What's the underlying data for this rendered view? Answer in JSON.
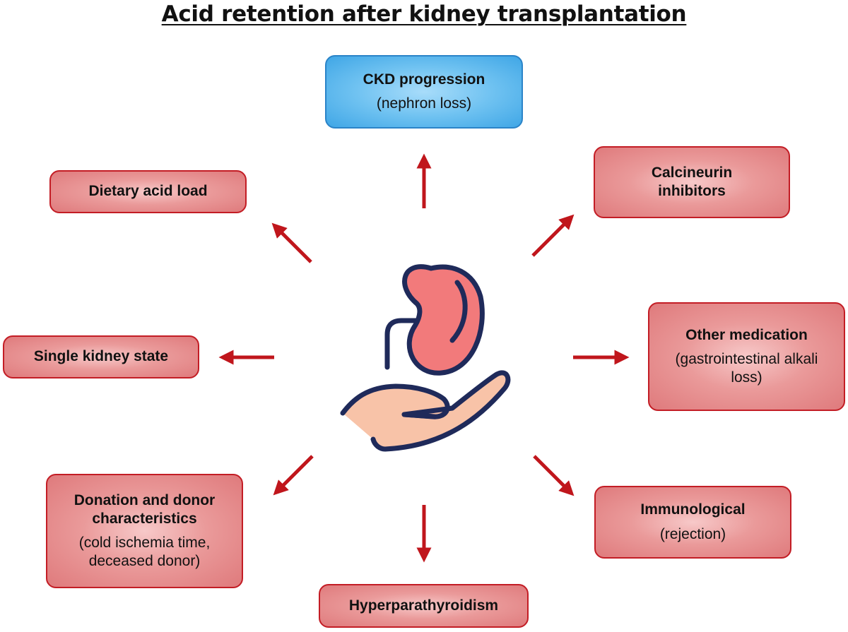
{
  "title": "Acid retention after kidney transplantation",
  "nodes": {
    "ckd": {
      "label": "CKD progression",
      "sub": "(nephron loss)"
    },
    "calcineurin": {
      "label": "Calcineurin inhibitors"
    },
    "other_medication": {
      "label": "Other medication",
      "sub": "(gastrointestinal alkali loss)"
    },
    "immunological": {
      "label": "Immunological",
      "sub": "(rejection)"
    },
    "hyperparathyroidism": {
      "label": "Hyperparathyroidism"
    },
    "donation": {
      "label": "Donation and donor characteristics",
      "sub": "(cold ischemia time, deceased donor)"
    },
    "single_kidney": {
      "label": "Single kidney state"
    },
    "dietary": {
      "label": "Dietary acid load"
    }
  },
  "center_icon": "kidney-in-hand-icon",
  "colors": {
    "arrow": "#c0161c",
    "box_border_red": "#c31d25",
    "box_border_blue": "#2b84c8"
  }
}
